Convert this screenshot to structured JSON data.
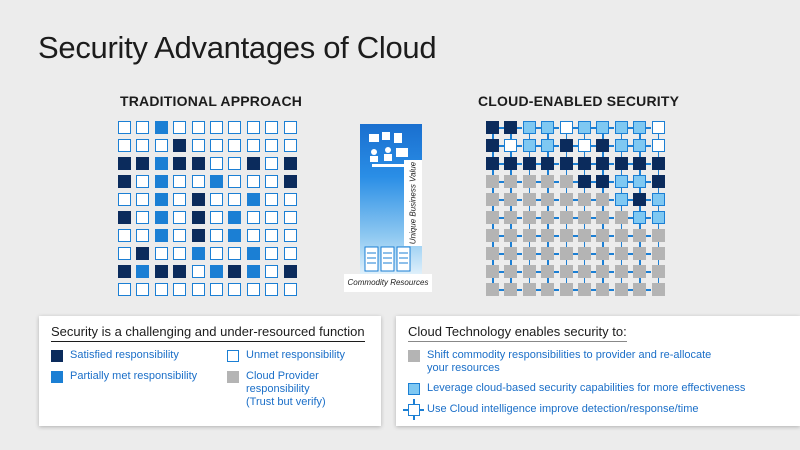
{
  "title": "Security Advantages of Cloud",
  "traditional": {
    "heading": "TRADITIONAL APPROACH",
    "rows": [
      "UUPUUUUUUU",
      "UUUSUUUUUU",
      "SSPSSUUSUS",
      "SUPUUPUUUS",
      "UUPUSUUPUU",
      "SUPUSUPUUU",
      "UUPUSUPUUU",
      "USUUPUUPUU",
      "SPSSUPSPUS",
      "UUUUUUUUUU"
    ]
  },
  "cloud": {
    "heading": "CLOUD-ENABLED SECURITY",
    "rows": [
      "SSLLULLLLU",
      "SULLSUSLLU",
      "SSSSSSSSSS",
      "GGGGGSSLLS",
      "GGGGGGGLSL",
      "GGGGGGGGLL",
      "GGGGGGGGGG",
      "GGGGGGGGGG",
      "GGGGGGGGGG",
      "GGGGGGGGGG"
    ]
  },
  "center": {
    "value_label": "Unique Business Value",
    "commodity_label": "Commodity Resources"
  },
  "left_legend": {
    "title": "Security is a challenging and under-resourced function",
    "items": [
      {
        "swatch": "S",
        "label": "Satisfied responsibility"
      },
      {
        "swatch": "P",
        "label": "Partially met responsibility"
      },
      {
        "swatch": "U",
        "label": "Unmet responsibility"
      },
      {
        "swatch": "G",
        "label_lines": [
          "Cloud Provider",
          "responsibility",
          "(Trust but verify)"
        ]
      }
    ]
  },
  "right_legend": {
    "title": "Cloud Technology enables security to:",
    "items": [
      {
        "swatch": "G",
        "label_lines": [
          "Shift commodity responsibilities to provider and re-allocate",
          "your resources"
        ]
      },
      {
        "swatch": "L",
        "label": "Leverage cloud-based security capabilities for more effectiveness"
      },
      {
        "swatch": "N",
        "label": "Use Cloud intelligence improve detection/response/time"
      }
    ]
  },
  "colors": {
    "satisfied": "#0b2b5c",
    "partial": "#1b7fd4",
    "cloud_capability": "#7fc8f2",
    "provider": "#b4b4b4",
    "legend_text": "#1b6fc8"
  }
}
